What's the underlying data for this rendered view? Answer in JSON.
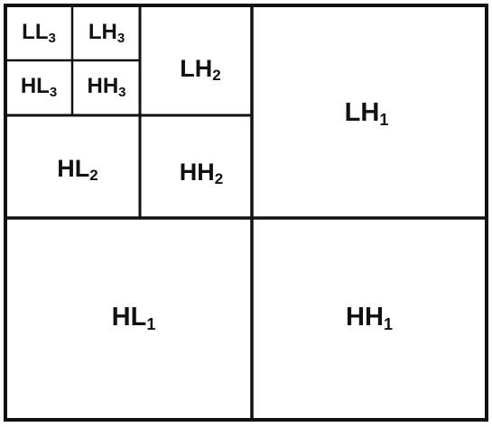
{
  "subbands": {
    "LL3": {
      "base": "LL",
      "level": "3"
    },
    "LH3": {
      "base": "LH",
      "level": "3"
    },
    "HL3": {
      "base": "HL",
      "level": "3"
    },
    "HH3": {
      "base": "HH",
      "level": "3"
    },
    "LH2": {
      "base": "LH",
      "level": "2"
    },
    "HL2": {
      "base": "HL",
      "level": "2"
    },
    "HH2": {
      "base": "HH",
      "level": "2"
    },
    "LH1": {
      "base": "LH",
      "level": "1"
    },
    "HL1": {
      "base": "HL",
      "level": "1"
    },
    "HH1": {
      "base": "HH",
      "level": "1"
    }
  }
}
